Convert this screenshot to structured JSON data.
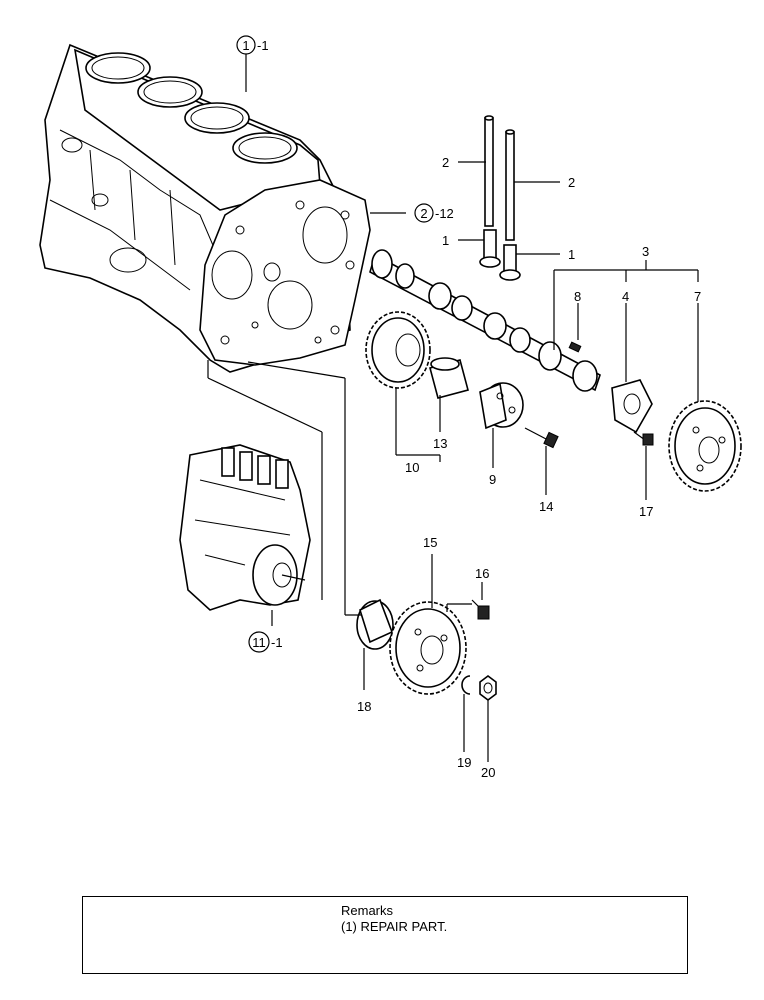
{
  "callouts": {
    "cylinder_block": {
      "circled": "1",
      "suffix": "-1"
    },
    "gear_case": {
      "circled": "2",
      "suffix": "-12"
    },
    "injection_pump": {
      "circled": "11",
      "suffix": "-1"
    }
  },
  "labels": {
    "push_rod_left": "2",
    "push_rod_right": "2",
    "tappet_left": "1",
    "tappet_right": "1",
    "camshaft_assy": "3",
    "key": "8",
    "thrust_plate": "4",
    "cam_gear": "7",
    "gear_assy": "10",
    "bushing": "13",
    "idle_gear_shaft": "9",
    "bolt_14": "14",
    "bolt_17": "17",
    "pump_gear": "15",
    "bolt_16": "16",
    "flange": "18",
    "washer": "19",
    "nut": "20"
  },
  "remarks": {
    "title": "Remarks",
    "text": "(1) REPAIR PART."
  }
}
